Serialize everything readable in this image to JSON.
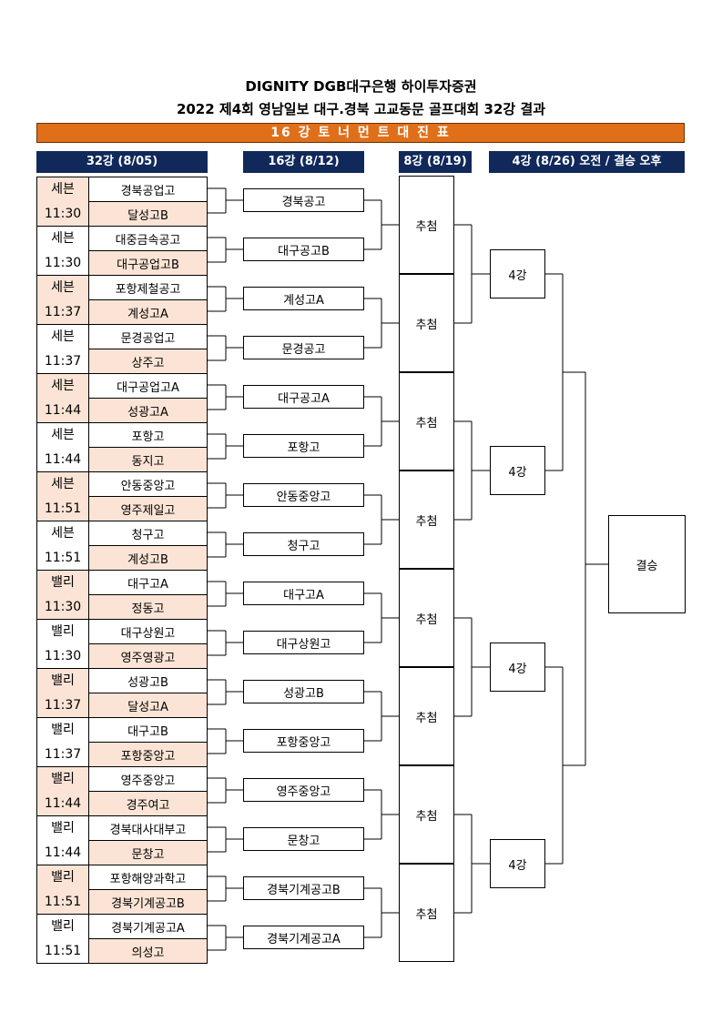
{
  "header": {
    "title_line1": "DIGNITY DGB대구은행 하이투자증권",
    "title_line2": "2022 제4회 영남일보 대구.경북 고교동문 골프대회 32강 결과",
    "banner": "16 강 토 너 먼 트 대 진 표"
  },
  "columns": {
    "r32": "32강 (8/05)",
    "r16": "16강 (8/12)",
    "r8": "8강 (8/19)",
    "r4": "4강 (8/26) 오전 / 결승 오후"
  },
  "round32": [
    {
      "course": "세븐",
      "time": "11:30",
      "team_top": "경북공업고",
      "team_bottom": "달성고B"
    },
    {
      "course": "세븐",
      "time": "11:30",
      "team_top": "대중금속공고",
      "team_bottom": "대구공업고B"
    },
    {
      "course": "세븐",
      "time": "11:37",
      "team_top": "포항제철공고",
      "team_bottom": "계성고A"
    },
    {
      "course": "세븐",
      "time": "11:37",
      "team_top": "문경공업고",
      "team_bottom": "상주고"
    },
    {
      "course": "세븐",
      "time": "11:44",
      "team_top": "대구공업고A",
      "team_bottom": "성광고A"
    },
    {
      "course": "세븐",
      "time": "11:44",
      "team_top": "포항고",
      "team_bottom": "동지고"
    },
    {
      "course": "세븐",
      "time": "11:51",
      "team_top": "안동중앙고",
      "team_bottom": "영주제일고"
    },
    {
      "course": "세븐",
      "time": "11:51",
      "team_top": "청구고",
      "team_bottom": "계성고B"
    },
    {
      "course": "밸리",
      "time": "11:30",
      "team_top": "대구고A",
      "team_bottom": "정동고"
    },
    {
      "course": "밸리",
      "time": "11:30",
      "team_top": "대구상원고",
      "team_bottom": "영주영광고"
    },
    {
      "course": "밸리",
      "time": "11:37",
      "team_top": "성광고B",
      "team_bottom": "달성고A"
    },
    {
      "course": "밸리",
      "time": "11:37",
      "team_top": "대구고B",
      "team_bottom": "포항중앙고"
    },
    {
      "course": "밸리",
      "time": "11:44",
      "team_top": "영주중앙고",
      "team_bottom": "경주여고"
    },
    {
      "course": "밸리",
      "time": "11:44",
      "team_top": "경북대사대부고",
      "team_bottom": "문창고"
    },
    {
      "course": "밸리",
      "time": "11:51",
      "team_top": "포항해양과학고",
      "team_bottom": "경북기계공고B"
    },
    {
      "course": "밸리",
      "time": "11:51",
      "team_top": "경북기계공고A",
      "team_bottom": "의성고"
    }
  ],
  "round16": [
    "경북공고",
    "대구공고B",
    "계성고A",
    "문경공고",
    "대구공고A",
    "포항고",
    "안동중앙고",
    "청구고",
    "대구고A",
    "대구상원고",
    "성광고B",
    "포항중앙고",
    "영주중앙고",
    "문창고",
    "경북기계공고B",
    "경북기계공고A"
  ],
  "round8": [
    "추첨",
    "추첨",
    "추첨",
    "추첨",
    "추첨",
    "추첨",
    "추첨",
    "추첨"
  ],
  "round4": [
    "4강",
    "4강",
    "4강",
    "4강"
  ],
  "final": "결승"
}
